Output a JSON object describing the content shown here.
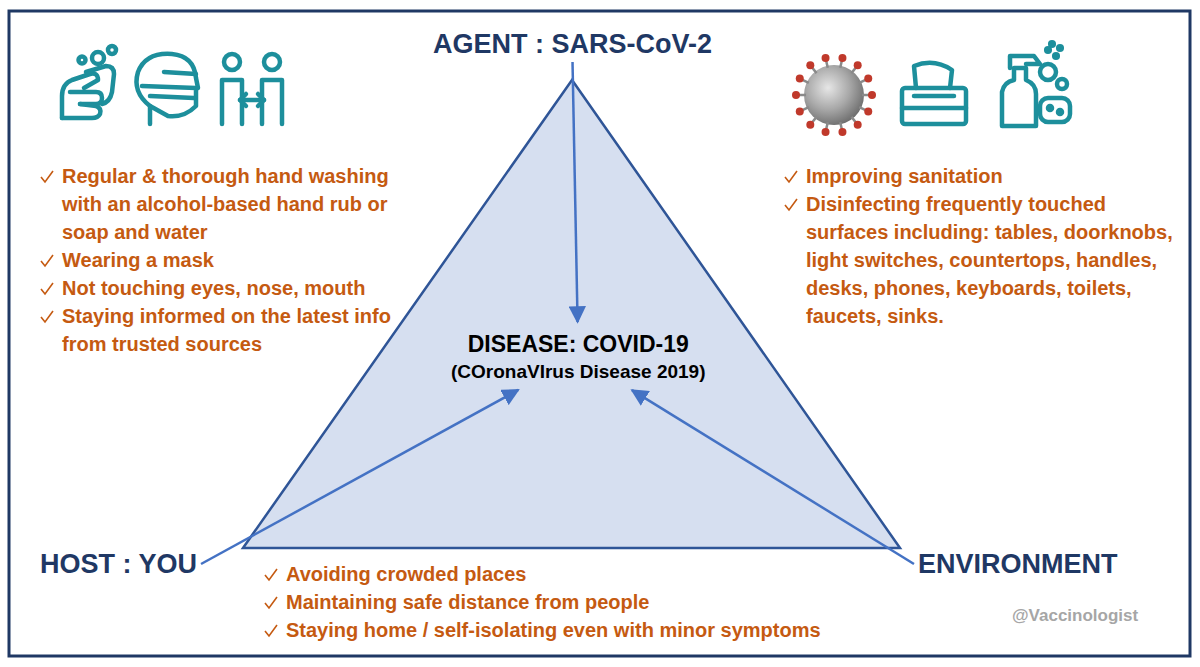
{
  "diagram": {
    "nodes": [
      {
        "text": [
          "AGENT : SARS-CoV-2"
        ]
      },
      {
        "text": [
          "DISEASE: COVID-19",
          "(COronaVIrus Disease 2019)"
        ]
      },
      {
        "text": [
          "HOST : YOU"
        ]
      },
      {
        "text": [
          "ENVIRONMENT"
        ]
      }
    ],
    "edges": [
      {
        "from": 0,
        "to": 1,
        "arrow": "to"
      },
      {
        "from": 2,
        "to": 1,
        "arrow": "to"
      },
      {
        "from": 3,
        "to": 1,
        "arrow": "to"
      }
    ],
    "labels": [
      "Regular & thorough hand washing with an alcohol-based hand rub or soap and water",
      "Wearing a mask",
      "Not touching eyes, nose, mouth",
      "Staying informed on the latest info from trusted sources",
      "Improving sanitation",
      "Disinfecting frequently touched surfaces including: tables, doorknobs, light switches, countertops, handles, desks, phones, keyboards, toilets, faucets, sinks.",
      "Avoiding crowded places",
      "Maintaining safe distance from people",
      "Staying home / self-isolating even with minor symptoms",
      "@Vaccinologist"
    ]
  }
}
